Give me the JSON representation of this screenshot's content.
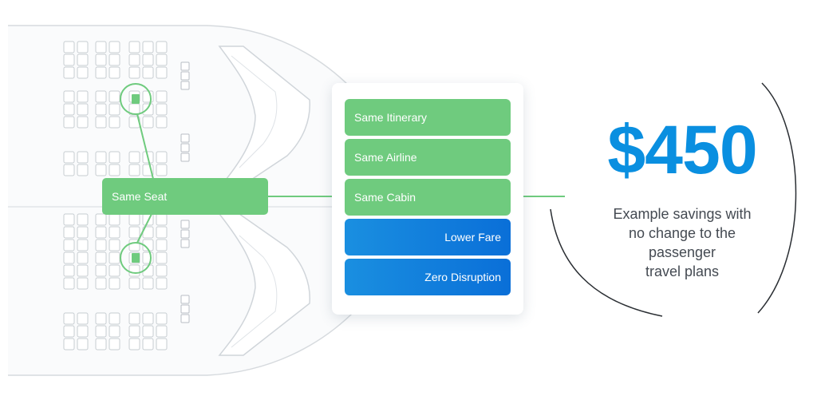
{
  "seat_label": "Same Seat",
  "cards": [
    {
      "label": "Same Itinerary",
      "style": "green"
    },
    {
      "label": "Same Airline",
      "style": "green"
    },
    {
      "label": "Same Cabin",
      "style": "green"
    },
    {
      "label": "Lower Fare",
      "style": "blue"
    },
    {
      "label": "Zero Disruption",
      "style": "blue"
    }
  ],
  "savings": {
    "amount": "$450",
    "caption_lines": [
      "Example savings with",
      "no change to the",
      "passenger",
      "travel plans"
    ]
  },
  "colors": {
    "green": "#6fcb7e",
    "blue": "#0a6fd8",
    "accent_blue": "#0a8fe0",
    "caption": "#444a52"
  }
}
